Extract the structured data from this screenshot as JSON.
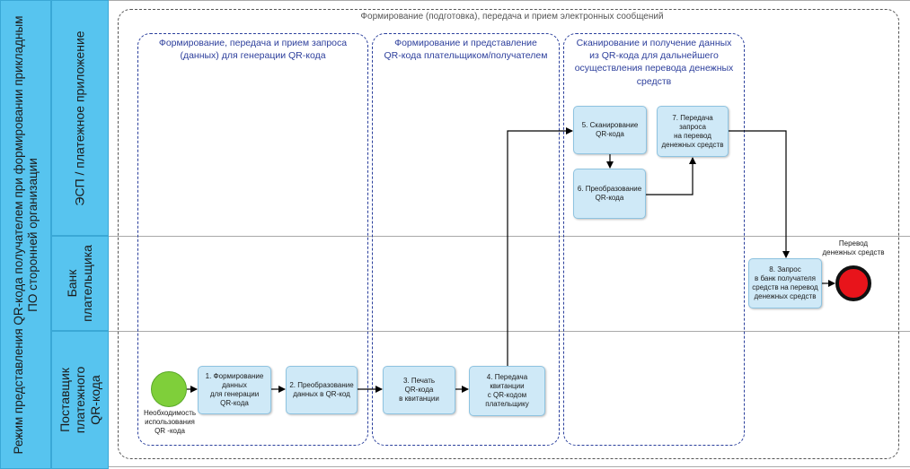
{
  "pool": {
    "title": "Режим представления QR-кода получателем при формировании прикладным\nПО сторонней организации"
  },
  "outer_group": {
    "title": "Формирование (подготовка), передача и прием электронных сообщений"
  },
  "lanes": [
    {
      "label": "ЭСП / платежное приложение"
    },
    {
      "label": "Банк\nплательщика"
    },
    {
      "label": "Поставщик\nплатежного QR-кода"
    }
  ],
  "groups": [
    {
      "title": "Формирование, передача и прием запроса\n(данных) для генерации QR-кода"
    },
    {
      "title": "Формирование и представление\nQR-кода плательщиком/получателем"
    },
    {
      "title": "Сканирование и получение данных\nиз QR-кода для дальнейшего\nосуществления перевода денежных\nсредств"
    }
  ],
  "start_event": {
    "label": "Необходимость\nиспользования\nQR -кода",
    "color": "#7fcf3a"
  },
  "end_event": {
    "label": "Перевод\nденежных средств",
    "color": "#e8141b"
  },
  "tasks": [
    {
      "label": "1. Формирование\nданных\nдля генерации\nQR-кода"
    },
    {
      "label": "2. Преобразование\nданных в QR-код"
    },
    {
      "label": "3. Печать\nQR-кода\nв квитанции"
    },
    {
      "label": "4. Передача\nквитанции\nс QR-кодом\nплательщику"
    },
    {
      "label": "5. Сканирование\nQR-кода"
    },
    {
      "label": "6. Преобразование\nQR-кода"
    },
    {
      "label": "7. Передача запроса\nна перевод\nденежных средств"
    },
    {
      "label": "8. Запрос\nв банк получателя\nсредств на перевод\nденежных средств"
    }
  ],
  "colors": {
    "lane_header": "#57c4ef",
    "task_fill": "#cfe9f7",
    "group_border": "#2a3f9c"
  }
}
